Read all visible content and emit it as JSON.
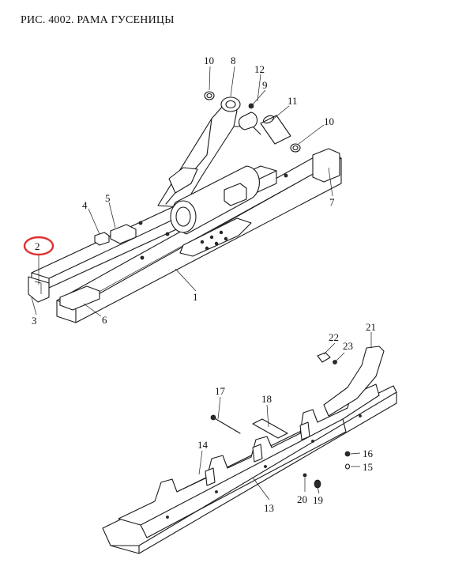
{
  "title": "РИС. 4002. РАМА ГУСЕНИЦЫ",
  "highlight_color": "#e03030",
  "callouts": [
    {
      "id": "c1",
      "text": "1"
    },
    {
      "id": "c2",
      "text": "2",
      "highlighted": true
    },
    {
      "id": "c3",
      "text": "3"
    },
    {
      "id": "c4",
      "text": "4"
    },
    {
      "id": "c5",
      "text": "5"
    },
    {
      "id": "c6",
      "text": "6"
    },
    {
      "id": "c7",
      "text": "7"
    },
    {
      "id": "c8",
      "text": "8"
    },
    {
      "id": "c9",
      "text": "9"
    },
    {
      "id": "c10a",
      "text": "10"
    },
    {
      "id": "c10b",
      "text": "10"
    },
    {
      "id": "c11",
      "text": "11"
    },
    {
      "id": "c12",
      "text": "12"
    },
    {
      "id": "c13",
      "text": "13"
    },
    {
      "id": "c14",
      "text": "14"
    },
    {
      "id": "c15",
      "text": "15"
    },
    {
      "id": "c16",
      "text": "16"
    },
    {
      "id": "c17",
      "text": "17"
    },
    {
      "id": "c18",
      "text": "18"
    },
    {
      "id": "c19",
      "text": "19"
    },
    {
      "id": "c20",
      "text": "20"
    },
    {
      "id": "c21",
      "text": "21"
    },
    {
      "id": "c22",
      "text": "22"
    },
    {
      "id": "c23",
      "text": "23"
    }
  ]
}
